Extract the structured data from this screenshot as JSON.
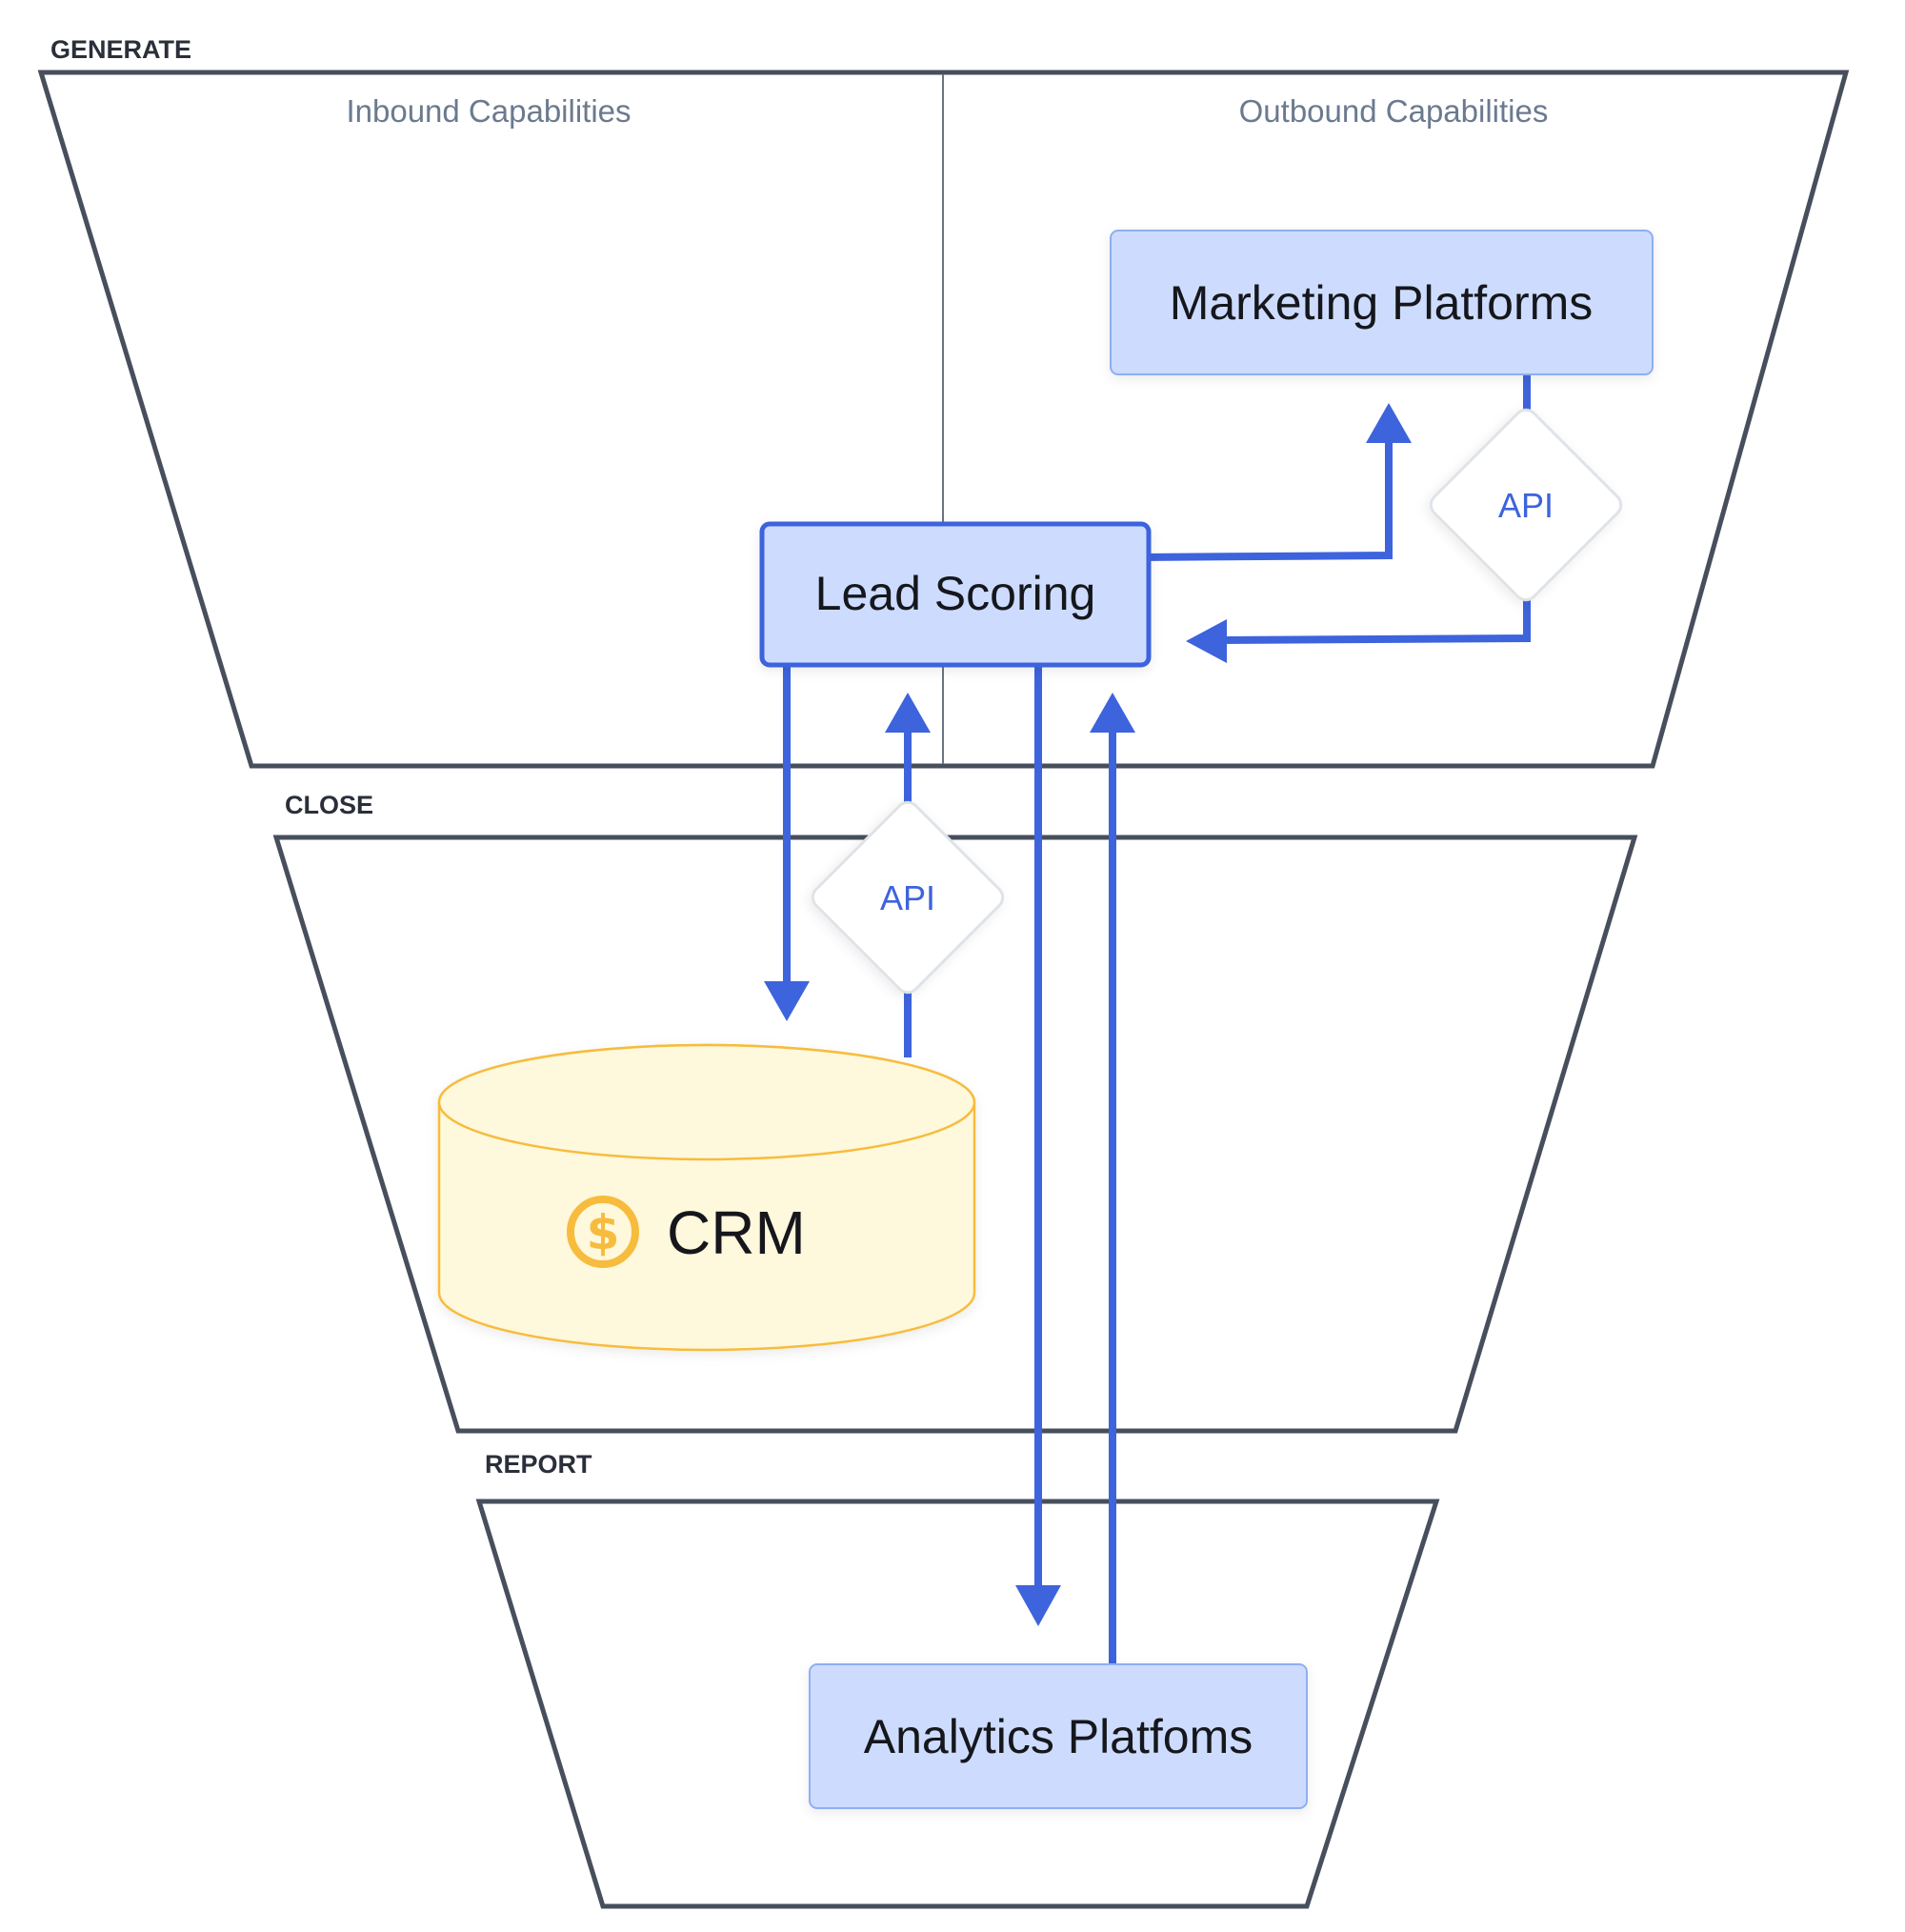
{
  "stages": {
    "generate": {
      "label": "GENERATE"
    },
    "close": {
      "label": "CLOSE"
    },
    "report": {
      "label": "REPORT"
    }
  },
  "capabilities": {
    "inbound": "Inbound Capabilities",
    "outbound": "Outbound Capabilities"
  },
  "nodes": {
    "marketing_platforms": "Marketing Platforms",
    "lead_scoring": "Lead Scoring",
    "crm": "CRM",
    "analytics_platforms": "Analytics Platfoms",
    "api_marketing": "API",
    "api_crm": "API"
  },
  "icons": {
    "crm_icon": "dollar-coin-icon"
  },
  "edges": [
    {
      "from": "Lead Scoring",
      "to": "Marketing Platforms"
    },
    {
      "from": "Marketing Platforms",
      "to": "Lead Scoring",
      "via": "API"
    },
    {
      "from": "Lead Scoring",
      "to": "CRM"
    },
    {
      "from": "CRM",
      "to": "Lead Scoring",
      "via": "API"
    },
    {
      "from": "Lead Scoring",
      "to": "Analytics Platfoms"
    },
    {
      "from": "Analytics Platfoms",
      "to": "Lead Scoring"
    }
  ],
  "colors": {
    "flow": "#3d63dd",
    "node_fill": "#cddcfe",
    "crm_fill": "#fef8dc",
    "crm_accent": "#f7bc3d",
    "funnel_stroke": "#474e5c"
  }
}
